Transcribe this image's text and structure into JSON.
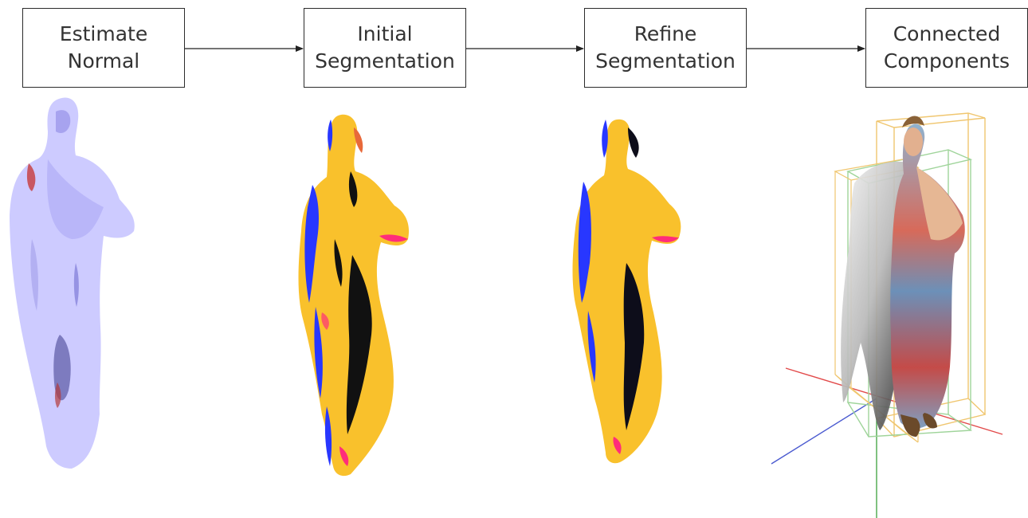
{
  "pipeline": {
    "steps": [
      {
        "line1": "Estimate",
        "line2": "Normal"
      },
      {
        "line1": "Initial",
        "line2": "Segmentation"
      },
      {
        "line1": "Refine",
        "line2": "Segmentation"
      },
      {
        "line1": "Connected",
        "line2": "Components"
      }
    ]
  },
  "figures": [
    {
      "name": "normal-point-cloud",
      "colors": {
        "cloud": "#c4c2ff",
        "accent": "#2e2b8a",
        "highlight": "#c73a3a"
      }
    },
    {
      "name": "initial-segmentation",
      "colors": {
        "yellow": "#f9c12c",
        "blue": "#2837ff",
        "black": "#111111",
        "pink": "#ff2d7a"
      }
    },
    {
      "name": "refined-segmentation",
      "colors": {
        "yellow": "#f9c12c",
        "blue": "#2837ff",
        "black": "#0d0d1a",
        "pink": "#ff2d7a"
      }
    },
    {
      "name": "connected-components",
      "colors": {
        "box1": "#f0c66f",
        "box2": "#9fd49a",
        "xaxis": "#e24a4a",
        "yaxis": "#4aa84a",
        "zaxis": "#4a5ad0"
      }
    }
  ]
}
